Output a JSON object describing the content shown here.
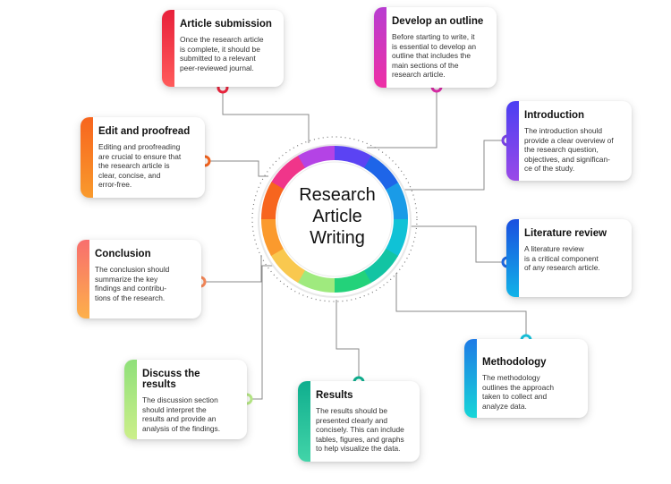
{
  "center_title": "Research\nArticle\nWriting",
  "cards": [
    {
      "key": "article-submission",
      "title": "Article submission",
      "text": "Once the research article\nis complete, it should be\nsubmitted to a relevant\npeer-reviewed journal.",
      "color_top": "#e8213b",
      "color_bottom": "#ff5b5b"
    },
    {
      "key": "develop-outline",
      "title": "Develop an outline",
      "text": "Before starting to write, it\nis essential to develop an\noutline that includes the\nmain sections of the\nresearch article.",
      "color_top": "#b83dd1",
      "color_bottom": "#ee2fa5"
    },
    {
      "key": "introduction",
      "title": "Introduction",
      "text": "The introduction should\nprovide a clear overview of\nthe research question,\nobjectives, and significan-\nce of the study.",
      "color_top": "#4b3ff2",
      "color_bottom": "#9a4ae8"
    },
    {
      "key": "literature-review",
      "title": "Literature review",
      "text": "A literature review\nis a critical component\nof any research article.",
      "color_top": "#1a4fe0",
      "color_bottom": "#12b3e8"
    },
    {
      "key": "methodology",
      "title": "Methodology",
      "text": "The methodology\noutlines the approach\ntaken to collect and\nanalyze data.",
      "color_top": "#1e7be6",
      "color_bottom": "#17d6d8"
    },
    {
      "key": "results",
      "title": "Results",
      "text": "The results should be\npresented clearly and\nconcisely. This can include\ntables, figures, and graphs\nto help visualize the data.",
      "color_top": "#0fae8e",
      "color_bottom": "#42d4a8"
    },
    {
      "key": "discuss-results",
      "title": "Discuss the results",
      "text": "The discussion section\nshould interpret the\nresults and provide an\nanalysis of the findings.",
      "color_top": "#8fe07a",
      "color_bottom": "#ccef8a"
    },
    {
      "key": "conclusion",
      "title": "Conclusion",
      "text": "The conclusion should\nsummarize the key\nfindings and contribu-\ntions of the research.",
      "color_top": "#f86e6e",
      "color_bottom": "#fdb04a"
    },
    {
      "key": "edit-proofread",
      "title": "Edit and proofread",
      "text": "Editing and proofreading\nare crucial to ensure that\nthe research article is\nclear, concise, and\nerror-free.",
      "color_top": "#f7651e",
      "color_bottom": "#f99a2d"
    }
  ],
  "ring_colors": [
    "#f0358a",
    "#b443e5",
    "#5b43f3",
    "#1e65e8",
    "#1a9be7",
    "#10c2d6",
    "#12c4a3",
    "#23d27a",
    "#9fea7e",
    "#f9c84f",
    "#fb9a2d",
    "#f7651e"
  ]
}
